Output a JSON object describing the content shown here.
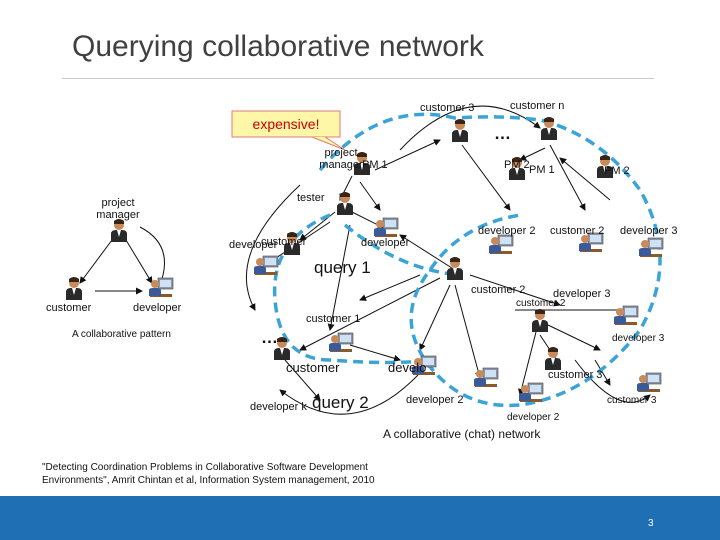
{
  "title": "Querying collaborative network",
  "callout": "expensive!",
  "left_diagram": {
    "manager": "project manager",
    "customer": "customer",
    "developer": "developer",
    "caption": "A collaborative pattern"
  },
  "network": {
    "customer_3_top": "customer 3",
    "customer_n": "customer n",
    "ellipsis_top": "…",
    "project_manager": "project manager",
    "pm1_a": "PM 1",
    "pm2_a": "PM 2",
    "pm1_b": "PM 1",
    "pm2_b": "PM 2",
    "tester": "tester",
    "developer_a": "developer",
    "customer_a": "customer",
    "developer_b": "developer",
    "query1": "query 1",
    "developer_2_a": "developer 2",
    "customer_2_a": "customer 2",
    "developer_3_a": "developer 3",
    "customer_2_b": "customer 2",
    "developer_3_b": "developer 3",
    "customer_2_c": "customer 2",
    "customer_1": "customer 1",
    "ellipsis_mid": "…",
    "developer_3_c": "developer 3",
    "customer_b": "customer",
    "develop_partial": "develo",
    "customer_3_b": "customer 3",
    "developer_k": "developer k",
    "query2": "query 2",
    "developer_2_b": "developer 2",
    "customer_3_c": "customer 3",
    "developer_2_c": "developer 2",
    "caption": "A collaborative (chat) network"
  },
  "citation_line1": "\"Detecting Coordination Problems in Collaborative Software Development",
  "citation_line2": "Environments\", Amrit Chintan et al, Information System management, 2010",
  "page_number": "3",
  "colors": {
    "dashed": "#3ba3d6",
    "callout_fill": "#fff7a8",
    "callout_text": "#cc0000",
    "footer": "#1f6fb5"
  }
}
